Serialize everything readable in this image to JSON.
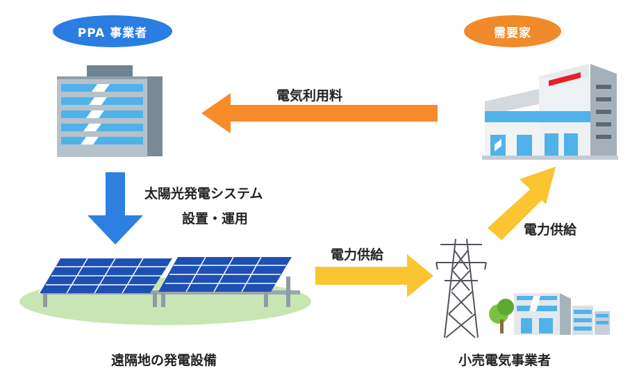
{
  "actors": {
    "ppa_label": "PPA 事業者",
    "ppa_color": "#2a7de1",
    "consumer_label": "需要家",
    "consumer_color": "#f08a2a"
  },
  "flows": {
    "fee_label": "電気利用料",
    "install_line1": "太陽光発電システム",
    "install_line2": "設置・運用",
    "supply_label_1": "電力供給",
    "supply_label_2": "電力供給"
  },
  "places": {
    "solar_site": "遠隔地の発電設備",
    "retailer": "小売電気事業者"
  },
  "colors": {
    "orange_arrow": "#f58c28",
    "blue_arrow": "#2d7fe0",
    "yellow_arrow": "#fbc531",
    "panel": "#1e50b4",
    "ground": "#c8e6b4"
  }
}
